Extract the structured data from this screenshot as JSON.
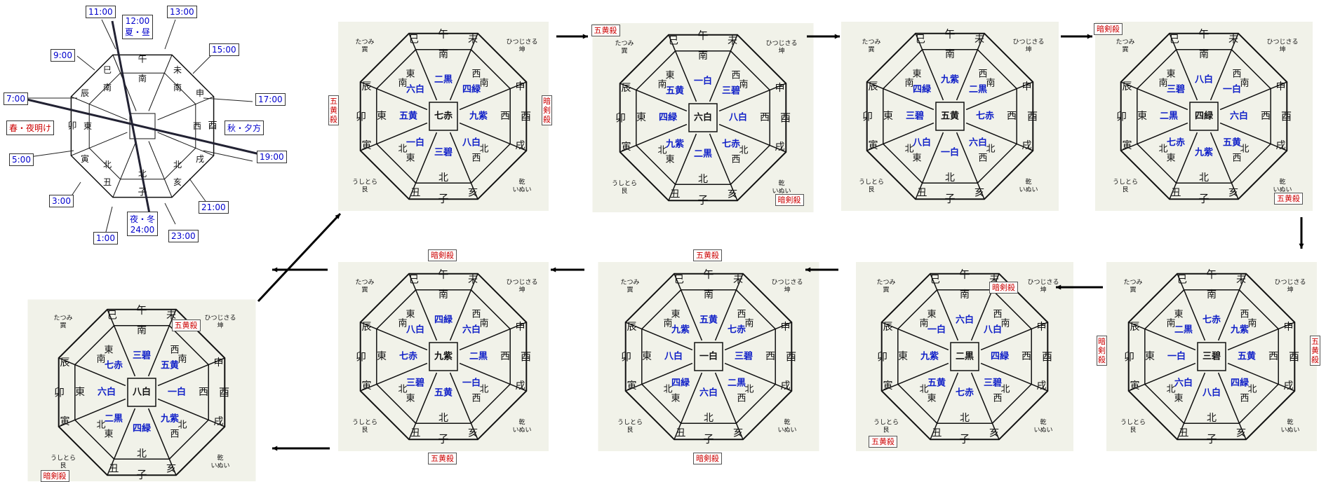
{
  "colors": {
    "bg_panel": "#f1f2e9",
    "line": "#111111",
    "star_blue": "#1020c8",
    "red": "#cc0000",
    "time_blue": "#0000cc"
  },
  "reference": {
    "inner": {
      "north": "北",
      "south": "南",
      "east": "東",
      "west": "西",
      "ne": "北",
      "nw": "北",
      "se": "南",
      "sw": "南"
    },
    "zodiac": {
      "n": "子",
      "s": "午",
      "e": "卯",
      "w": "酉",
      "nne": "丑",
      "ene": "寅",
      "ese": "辰",
      "sse": "巳",
      "ssw": "未",
      "wsw": "申",
      "wnw": "戌",
      "nnw": "亥"
    },
    "times": [
      "11:00",
      "13:00",
      "15:00",
      "17:00",
      "19:00",
      "21:00",
      "23:00",
      "1:00",
      "3:00",
      "5:00",
      "7:00",
      "9:00"
    ],
    "summer": "12:00\n夏・昼",
    "winter": "夜・冬\n24:00",
    "spring": "春・夜明け",
    "autumn": "秋・夕方"
  },
  "common": {
    "outer": {
      "n": "子",
      "s": "午",
      "e": "卯",
      "w": "酉"
    },
    "zodiac": {
      "nne": "丑",
      "ene": "寅",
      "ese": "辰",
      "sse": "巳",
      "ssw": "未",
      "wsw": "申",
      "wnw": "戌",
      "nnw": "亥"
    },
    "inner": {
      "n": "北",
      "s": "南",
      "e": "東",
      "w": "西",
      "ne_a": "北",
      "ne_b": "東",
      "nw_a": "北",
      "nw_b": "西",
      "se_a": "南",
      "se_b": "東",
      "sw_a": "南",
      "sw_b": "西"
    },
    "corner_se": "たつみ\n巽",
    "corner_sw": "ひつじさる\n坤",
    "corner_ne": "うしとら\n艮",
    "corner_nw": "乾\nいぬい"
  },
  "charts": [
    {
      "center": "七赤",
      "n": "三碧",
      "s": "二黒",
      "e": "五黄",
      "w": "九紫",
      "ne": "一白",
      "nw": "八白",
      "se": "六白",
      "sw": "四緑",
      "tags": [
        {
          "text": "五黄殺",
          "pos": "left",
          "vertical": true
        },
        {
          "text": "暗剣殺",
          "pos": "right",
          "vertical": true
        }
      ]
    },
    {
      "center": "六白",
      "n": "二黒",
      "s": "一白",
      "e": "四緑",
      "w": "八白",
      "ne": "九紫",
      "nw": "七赤",
      "se": "五黄",
      "sw": "三碧",
      "tags": [
        {
          "text": "五黄殺",
          "pos": "tl",
          "vertical": false
        },
        {
          "text": "暗剣殺",
          "pos": "br",
          "vertical": false
        }
      ]
    },
    {
      "center": "五黄",
      "n": "一白",
      "s": "九紫",
      "e": "三碧",
      "w": "七赤",
      "ne": "八白",
      "nw": "六白",
      "se": "四緑",
      "sw": "二黒",
      "tags": []
    },
    {
      "center": "四緑",
      "n": "九紫",
      "s": "八白",
      "e": "二黒",
      "w": "六白",
      "ne": "七赤",
      "nw": "五黄",
      "se": "三碧",
      "sw": "一白",
      "tags": [
        {
          "text": "暗剣殺",
          "pos": "tl",
          "vertical": false
        },
        {
          "text": "五黄殺",
          "pos": "br",
          "vertical": false
        }
      ]
    },
    {
      "center": "三碧",
      "n": "八白",
      "s": "七赤",
      "e": "一白",
      "w": "五黄",
      "ne": "六白",
      "nw": "四緑",
      "se": "二黒",
      "sw": "九紫",
      "tags": [
        {
          "text": "暗剣殺",
          "pos": "left",
          "vertical": true
        },
        {
          "text": "五黄殺",
          "pos": "right",
          "vertical": true
        }
      ]
    },
    {
      "center": "二黒",
      "n": "七赤",
      "s": "六白",
      "e": "九紫",
      "w": "四緑",
      "ne": "五黄",
      "nw": "三碧",
      "se": "一白",
      "sw": "八白",
      "tags": [
        {
          "text": "暗剣殺",
          "pos": "tr",
          "vertical": false
        },
        {
          "text": "五黄殺",
          "pos": "bl",
          "vertical": false
        }
      ]
    },
    {
      "center": "一白",
      "n": "六白",
      "s": "五黄",
      "e": "八白",
      "w": "三碧",
      "ne": "四緑",
      "nw": "二黒",
      "se": "九紫",
      "sw": "七赤",
      "tags": [
        {
          "text": "五黄殺",
          "pos": "top",
          "vertical": false
        },
        {
          "text": "暗剣殺",
          "pos": "bottom",
          "vertical": false
        }
      ]
    },
    {
      "center": "九紫",
      "n": "五黄",
      "s": "四緑",
      "e": "七赤",
      "w": "二黒",
      "ne": "三碧",
      "nw": "一白",
      "se": "八白",
      "sw": "六白",
      "tags": [
        {
          "text": "暗剣殺",
          "pos": "top",
          "vertical": false
        },
        {
          "text": "五黄殺",
          "pos": "bottom",
          "vertical": false
        }
      ]
    },
    {
      "center": "八白",
      "n": "四緑",
      "s": "三碧",
      "e": "六白",
      "w": "一白",
      "ne": "二黒",
      "nw": "九紫",
      "se": "七赤",
      "sw": "五黄",
      "tags": [
        {
          "text": "五黄殺",
          "pos": "tr",
          "vertical": false
        },
        {
          "text": "暗剣殺",
          "pos": "bl",
          "vertical": false
        }
      ]
    }
  ]
}
